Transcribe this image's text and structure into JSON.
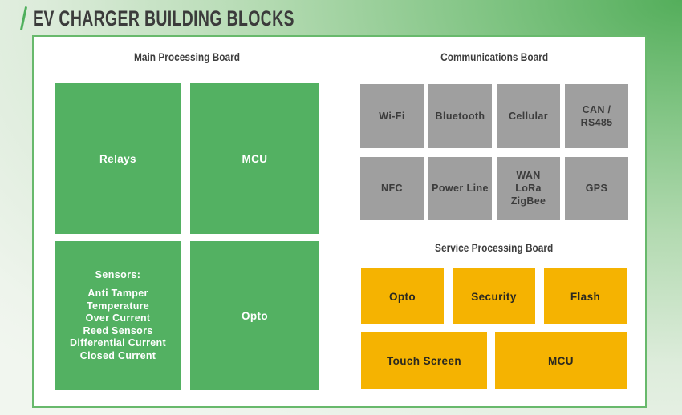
{
  "page_title": {
    "text": "EV CHARGER BUILDING BLOCKS"
  },
  "icons": {
    "slash": "/"
  },
  "colors": {
    "block_green": "#53b162",
    "block_gray": "#9f9f9f",
    "block_yellow": "#f5b301",
    "panel_border_green": "#68b96c",
    "background_green": "#54ae5b",
    "title_text": "#3b3b3b"
  },
  "boards": {
    "main_processing": {
      "title": "Main Processing Board",
      "blocks": [
        {
          "label": "Relays"
        },
        {
          "label": "MCU"
        },
        {
          "heading": "Sensors:",
          "items": [
            "Anti Tamper",
            "Temperature",
            "Over Current",
            "Reed Sensors",
            "Differential Current",
            "Closed Current"
          ]
        },
        {
          "label": "Opto"
        }
      ]
    },
    "communications": {
      "title": "Communications Board",
      "blocks": [
        {
          "label": "Wi-Fi"
        },
        {
          "label": "Bluetooth"
        },
        {
          "label": "Cellular"
        },
        {
          "lines": [
            "CAN /",
            "RS485"
          ]
        },
        {
          "label": "NFC"
        },
        {
          "label": "Power Line"
        },
        {
          "lines": [
            "WAN",
            "LoRa",
            "ZigBee"
          ]
        },
        {
          "label": "GPS"
        }
      ]
    },
    "service_processing": {
      "title": "Service Processing Board",
      "row1": [
        {
          "label": "Opto"
        },
        {
          "label": "Security"
        },
        {
          "label": "Flash"
        }
      ],
      "row2": [
        {
          "label": "Touch Screen"
        },
        {
          "label": "MCU"
        }
      ]
    }
  }
}
